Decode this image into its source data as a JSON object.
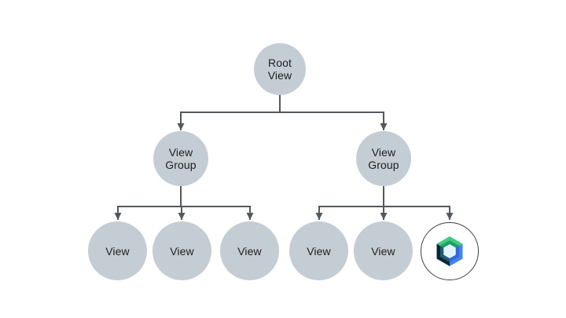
{
  "diagram": {
    "type": "tree",
    "description": "View hierarchy tree",
    "root": {
      "label": "Root\nView"
    },
    "groups": [
      {
        "label": "View\nGroup"
      },
      {
        "label": "View\nGroup"
      }
    ],
    "views": [
      {
        "label": "View"
      },
      {
        "label": "View"
      },
      {
        "label": "View"
      },
      {
        "label": "View"
      },
      {
        "label": "View"
      }
    ],
    "compose": {
      "icon": "jetpack-compose-logo"
    }
  },
  "colors": {
    "background": "#FFFFFF",
    "node_fill": "#C4CDD3",
    "text": "#202124",
    "connector": "#53585C",
    "logo": {
      "ring_stroke": "#3C4043",
      "ring_fill": "#FFFFFF",
      "green_outer": "#3FCB80",
      "green_inner": "#1E9E62",
      "blue_outer": "#4285F4",
      "blue_inner": "#3367D6",
      "navy_outer": "#082838",
      "navy_inner": "#235B72",
      "center": "#E3F2FB"
    }
  }
}
